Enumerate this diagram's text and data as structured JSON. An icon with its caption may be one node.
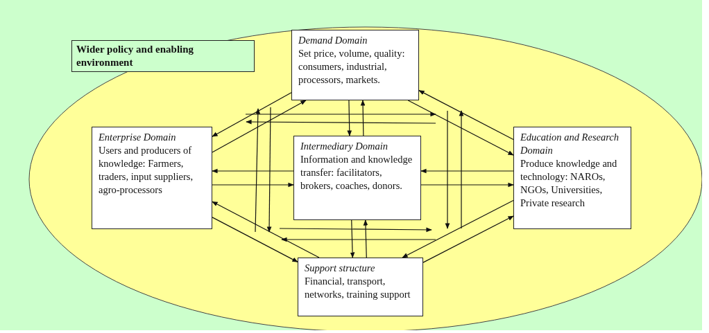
{
  "diagram": {
    "nodes": [
      {
        "text": [
          "Wider policy and enabling environment"
        ]
      },
      {
        "text": [
          "Demand Domain",
          "Set price, volume, quality: consumers, industrial, processors, markets."
        ]
      },
      {
        "text": [
          "Enterprise Domain",
          "Users and producers of knowledge: Farmers, traders, input suppliers, agro-processors"
        ]
      },
      {
        "text": [
          "Intermediary Domain",
          "Information and knowledge transfer: facilitators, brokers, coaches, donors."
        ]
      },
      {
        "text": [
          "Education and Research Domain",
          "Produce knowledge and technology: NAROs, NGOs, Universities, Private research"
        ]
      },
      {
        "text": [
          "Support structure",
          "Financial, transport, networks, training support"
        ]
      }
    ],
    "edges": [
      {
        "from": 1,
        "to": 2,
        "arrow": "to"
      },
      {
        "from": 2,
        "to": 1,
        "arrow": "to"
      },
      {
        "from": 1,
        "to": 4,
        "arrow": "to"
      },
      {
        "from": 4,
        "to": 1,
        "arrow": "to"
      },
      {
        "from": 2,
        "to": 5,
        "arrow": "to"
      },
      {
        "from": 5,
        "to": 2,
        "arrow": "to"
      },
      {
        "from": 5,
        "to": 4,
        "arrow": "to"
      },
      {
        "from": 4,
        "to": 5,
        "arrow": "to"
      },
      {
        "from": 2,
        "to": 3,
        "arrow": "to"
      },
      {
        "from": 3,
        "to": 2,
        "arrow": "to"
      },
      {
        "from": 3,
        "to": 4,
        "arrow": "to"
      },
      {
        "from": 4,
        "to": 3,
        "arrow": "to"
      },
      {
        "from": 1,
        "to": 3,
        "arrow": "to"
      },
      {
        "from": 3,
        "to": 1,
        "arrow": "to"
      },
      {
        "from": 3,
        "to": 5,
        "arrow": "to"
      },
      {
        "from": 5,
        "to": 3,
        "arrow": "to"
      }
    ]
  }
}
